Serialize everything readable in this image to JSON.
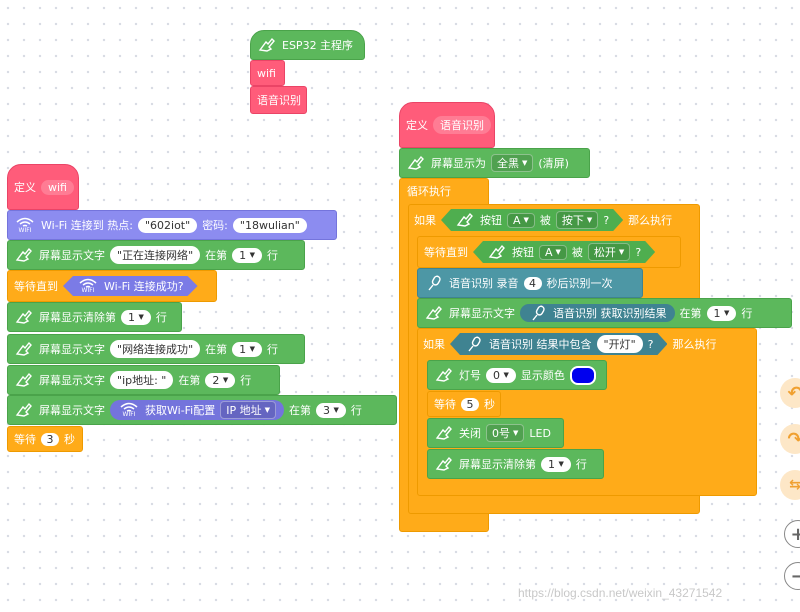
{
  "main_stack": {
    "hat_label": "ESP32 主程序",
    "wifi_call": "wifi",
    "voice_call": "语音识别"
  },
  "wifi_def": {
    "define_label": "定义",
    "name": "wifi",
    "connect_label": "Wi-Fi 连接到 热点:",
    "ssid": "602iot",
    "password_label": "密码:",
    "password": "18wulian",
    "show_text_label": "屏幕显示文字",
    "connecting_text": "正在连接网络",
    "at_row_label": "在第",
    "row_suffix": "行",
    "row_1": "1",
    "wait_until_label": "等待直到",
    "wifi_connected_label": "Wi-Fi 连接成功?",
    "clear_row_label": "屏幕显示清除第",
    "connected_text": "网络连接成功",
    "ip_text": "ip地址:",
    "row_2": "2",
    "get_wifi_config_label": "获取Wi-Fi配置",
    "ip_option": "IP 地址",
    "row_3": "3",
    "wait_label": "等待",
    "wait_seconds": "3",
    "seconds_label": "秒",
    "wifi_badge": "WIFI"
  },
  "voice_def": {
    "define_label": "定义",
    "name": "语音识别",
    "screen_show_as": "屏幕显示为",
    "screen_option": "全黑",
    "clear_label": "(清屏)",
    "forever_label": "循环执行",
    "if_label": "如果",
    "then_label": "那么执行",
    "button_label": "按钮",
    "button_a": "A",
    "is_label": "被",
    "pressed": "按下",
    "released": "松开",
    "question": "?",
    "wait_until_label": "等待直到",
    "record_label": "语音识别 录音",
    "record_seconds": "4",
    "record_suffix": "秒后识别一次",
    "show_text_label": "屏幕显示文字",
    "get_result_label": "语音识别 获取识别结果",
    "at_row_label": "在第",
    "row_1": "1",
    "row_suffix": "行",
    "contains_label": "语音识别 结果中包含",
    "contains_text": "开灯",
    "led_label": "灯号",
    "led_num": "0",
    "show_color_label": "显示颜色",
    "led_color": "#0000ee",
    "wait_label": "等待",
    "wait_seconds": "5",
    "seconds_label": "秒",
    "close_label": "关闭",
    "led_option": "0号",
    "led_suffix": "LED",
    "clear_row_label": "屏幕显示清除第"
  },
  "watermark": "https://blog.csdn.net/weixin_43271542",
  "colors": {
    "looks_green": "#5cb85c",
    "my_blocks_pink": "#ff5c7a",
    "control_orange": "#ffab19",
    "wifi_purple": "#8c8cf0",
    "voice_teal": "#4d97a5"
  }
}
